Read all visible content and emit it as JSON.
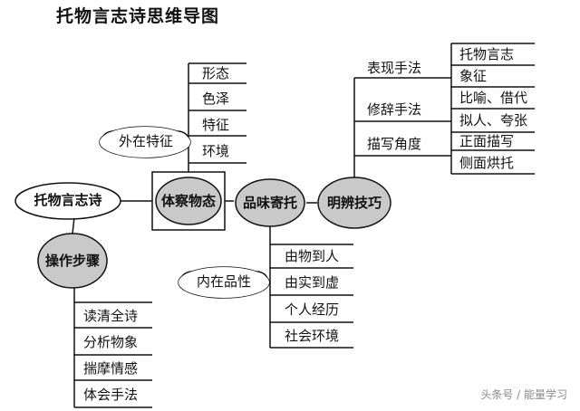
{
  "title": "托物言志诗思维导图",
  "watermark": "头条号 / 能量学习",
  "nodes": {
    "root": "托物言志诗",
    "observe": "体察物态",
    "savor": "品味寄托",
    "skills": "明辨技巧",
    "steps": "操作步骤",
    "outer": "外在特征",
    "inner": "内在品性"
  },
  "outer_items": [
    "形态",
    "色泽",
    "特征",
    "环境"
  ],
  "inner_items": [
    "由物到人",
    "由实到虚",
    "个人经历",
    "社会环境"
  ],
  "step_items": [
    "读清全诗",
    "分析物象",
    "揣摩情感",
    "体会手法"
  ],
  "skill_groups": [
    {
      "label": "表现手法",
      "items": [
        "托物言志",
        "象征"
      ]
    },
    {
      "label": "修辞手法",
      "items": [
        "比喻、借代",
        "拟人、夸张"
      ]
    },
    {
      "label": "描写角度",
      "items": [
        "正面描写",
        "侧面烘托"
      ]
    }
  ],
  "colors": {
    "node_fill": "#c9c9c9",
    "line": "#111111",
    "bg": "#ffffff"
  }
}
